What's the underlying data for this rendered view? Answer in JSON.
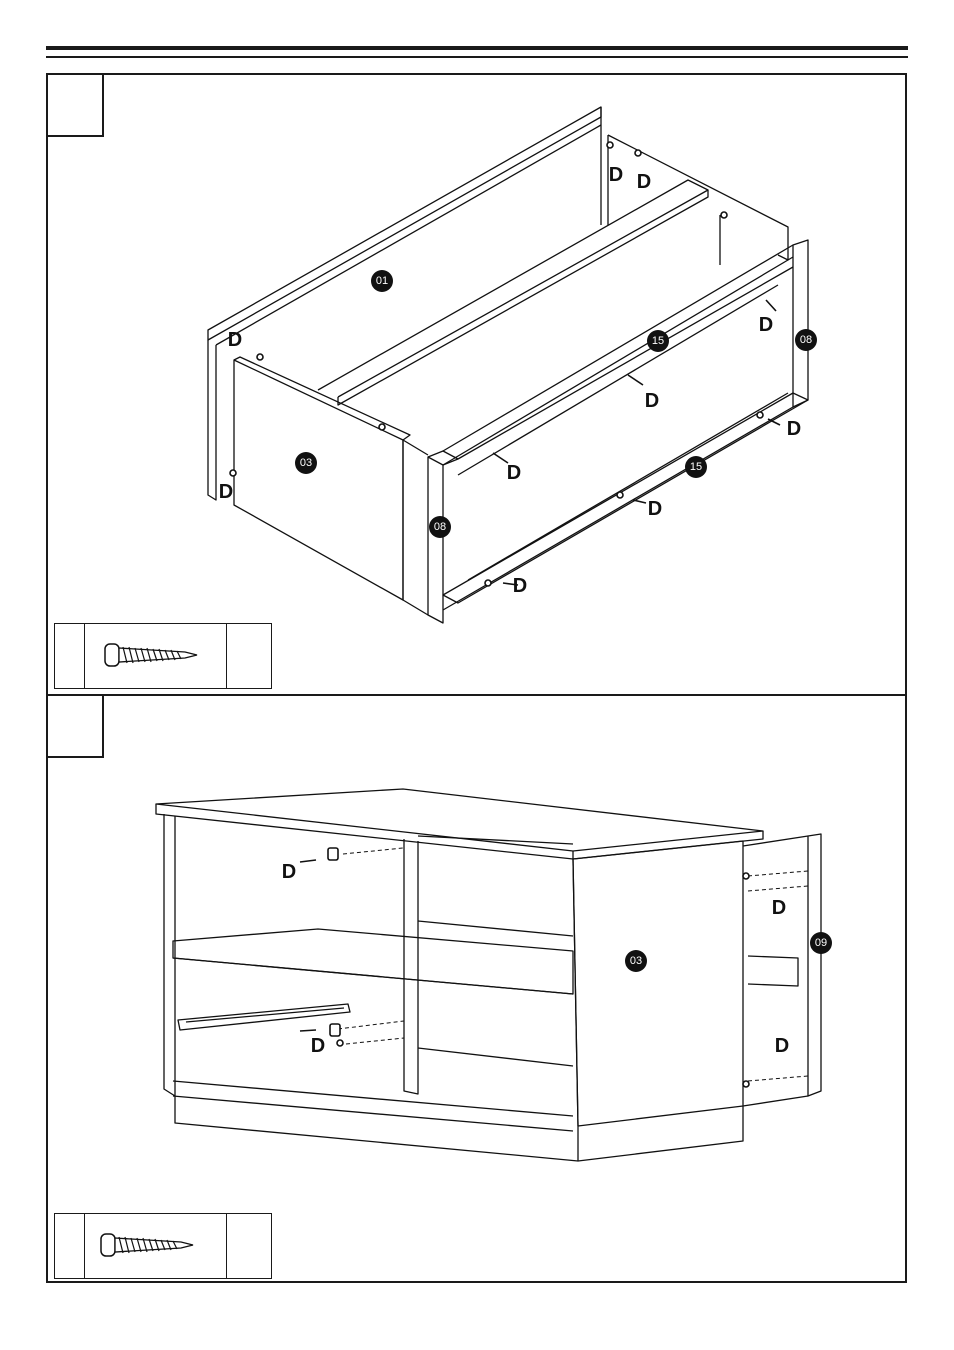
{
  "header": {
    "rule": "double"
  },
  "steps": [
    {
      "number": "",
      "part_labels": {
        "p01": "01",
        "p03": "03",
        "p15a": "15",
        "p15b": "15",
        "p08a": "08",
        "p08b": "08"
      },
      "hardware_letter": "D",
      "hardware": {
        "name": "screw-icon",
        "qty_left": "",
        "qty_right": ""
      }
    },
    {
      "number": "",
      "part_labels": {
        "p03": "03",
        "p09": "09"
      },
      "hardware_letter": "D",
      "hardware": {
        "name": "screw-icon",
        "qty_left": "",
        "qty_right": ""
      }
    }
  ]
}
